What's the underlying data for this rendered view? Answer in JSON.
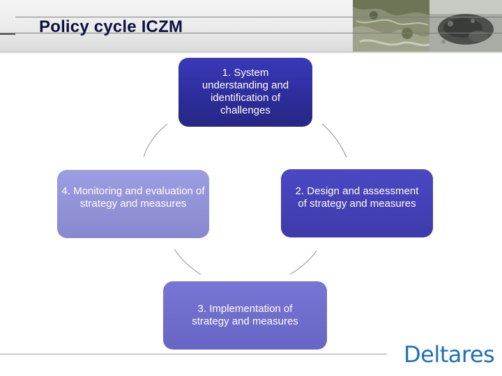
{
  "header": {
    "title": "Policy cycle ICZM"
  },
  "cycle": {
    "steps": [
      {
        "label": "1. System understanding and identification of challenges"
      },
      {
        "label": "2. Design and assessment of strategy and measures"
      },
      {
        "label": "3. Implementation of strategy and measures"
      },
      {
        "label": "4. Monitoring and evaluation of strategy and measures"
      }
    ]
  },
  "footer": {
    "logo_text": "Deltares",
    "logo_color": "#1b6fbf"
  }
}
